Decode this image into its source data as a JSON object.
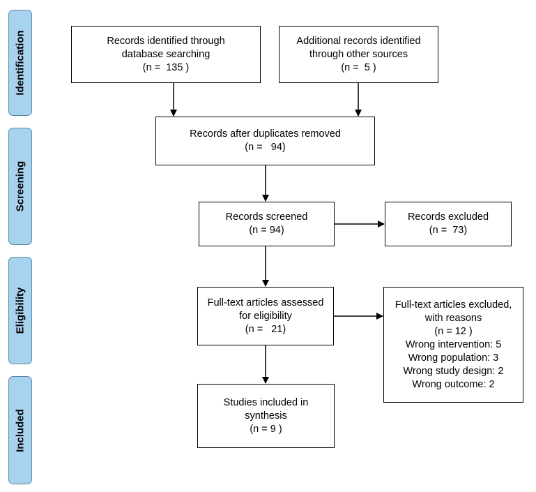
{
  "phases": {
    "identification": "Identification",
    "screening": "Screening",
    "eligibility": "Eligibility",
    "included": "Included"
  },
  "boxes": {
    "database": [
      "Records identified through",
      "database searching",
      "(n =  135 )"
    ],
    "other_sources": [
      "Additional records identified",
      "through other sources",
      "(n =  5 )"
    ],
    "after_duplicates": [
      "Records after duplicates removed",
      "(n =   94)"
    ],
    "screened": [
      "Records screened",
      "(n = 94)"
    ],
    "excluded": [
      "Records excluded",
      "(n =  73)"
    ],
    "fulltext": [
      "Full-text articles assessed",
      "for eligibility",
      "(n =   21)"
    ],
    "fulltext_excluded": [
      "Full-text articles excluded,",
      "with reasons",
      "(n = 12 )",
      "Wrong intervention: 5",
      "Wrong population: 3",
      "Wrong study design: 2",
      "Wrong outcome: 2"
    ],
    "included": [
      "Studies included in",
      "synthesis",
      "(n = 9 )"
    ]
  }
}
